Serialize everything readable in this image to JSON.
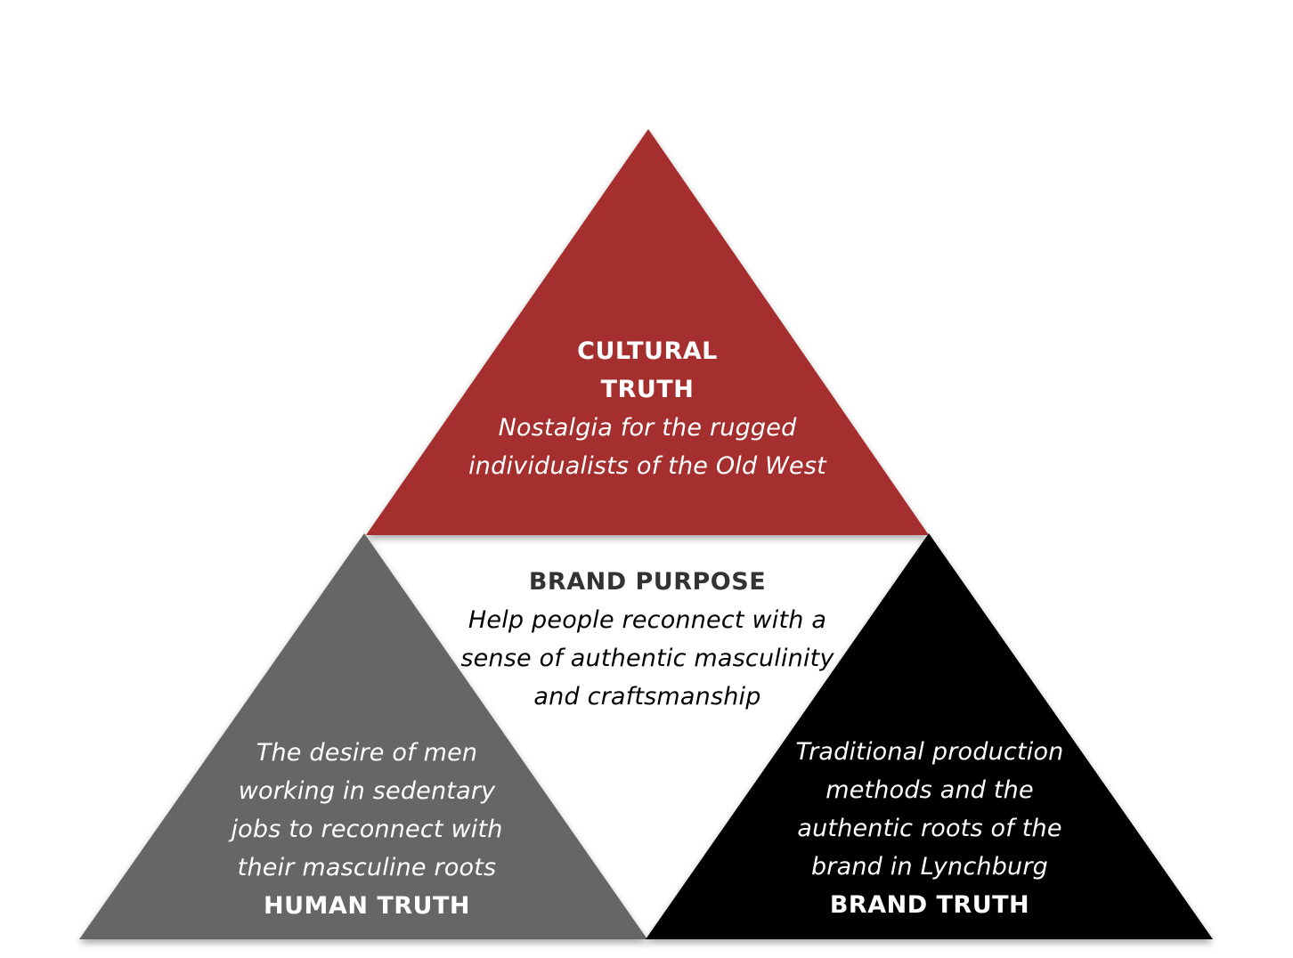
{
  "colors": {
    "cultural": "#a52f2e",
    "human": "#666666",
    "brand": "#000000",
    "purpose_text": "#333333"
  },
  "cultural_truth": {
    "heading_lines": [
      "CULTURAL",
      "TRUTH"
    ],
    "description_lines": [
      "Nostalgia for the rugged",
      "individualists of the Old West"
    ]
  },
  "brand_purpose": {
    "heading": "BRAND PURPOSE",
    "description_lines": [
      "Help people reconnect with a",
      "sense of authentic masculinity",
      "and craftsmanship"
    ]
  },
  "human_truth": {
    "description_lines": [
      "The desire of men",
      "working in sedentary",
      "jobs to reconnect with",
      "their masculine roots"
    ],
    "heading": "HUMAN TRUTH"
  },
  "brand_truth": {
    "description_lines": [
      "Traditional production",
      "methods and the",
      "authentic roots of the",
      "brand in Lynchburg"
    ],
    "heading": "BRAND TRUTH"
  }
}
